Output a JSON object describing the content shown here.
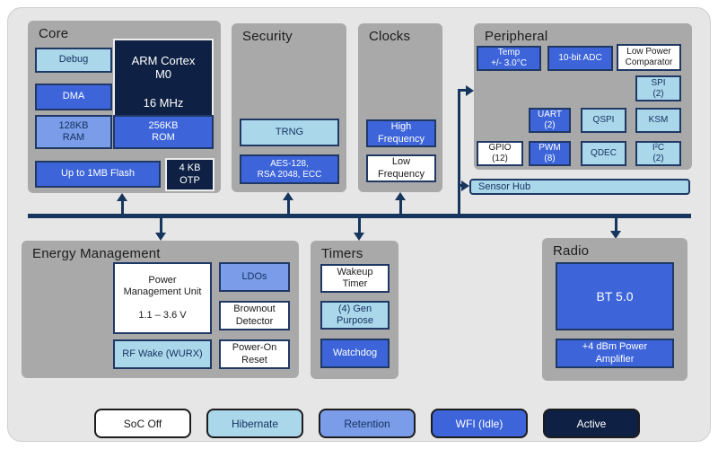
{
  "colors": {
    "soc_off": "#ffffff",
    "hibernate": "#abd7ea",
    "retention": "#7b9ce8",
    "wfi_idle": "#3d65d9",
    "active": "#0e2043",
    "panel_gray": "#a9a9a9",
    "canvas_gray": "#e6e6e6",
    "bus_navy": "#17365d"
  },
  "panels": {
    "core": {
      "title": "Core",
      "debug": "Debug",
      "arm": "ARM Cortex\nM0\n\n16 MHz",
      "dma": "DMA",
      "ram": "128KB\nRAM",
      "rom": "256KB\nROM",
      "flash": "Up to 1MB Flash",
      "otp": "4 KB\nOTP"
    },
    "security": {
      "title": "Security",
      "trng": "TRNG",
      "aes": "AES-128,\nRSA 2048, ECC"
    },
    "clocks": {
      "title": "Clocks",
      "high": "High\nFrequency",
      "low": "Low\nFrequency"
    },
    "peripheral": {
      "title": "Peripheral",
      "temp": "Temp\n+/- 3.0°C",
      "adc": "10-bit ADC",
      "lpc": "Low Power\nComparator",
      "spi": "SPI\n(2)",
      "uart": "UART\n(2)",
      "qspi": "QSPI",
      "ksm": "KSM",
      "gpio": "GPIO\n(12)",
      "pwm": "PWM\n(8)",
      "qdec": "QDEC",
      "i2c": "I²C\n(2)"
    },
    "sensor_hub": "Sensor Hub",
    "energy": {
      "title": "Energy Management",
      "pmu": "Power\nManagement Unit\n\n1.1 – 3.6 V",
      "ldos": "LDOs",
      "brownout": "Brownout\nDetector",
      "rf_wake": "RF Wake (WURX)",
      "por": "Power-On\nReset"
    },
    "timers": {
      "title": "Timers",
      "wakeup": "Wakeup\nTimer",
      "gen_purpose": "(4) Gen\nPurpose",
      "watchdog": "Watchdog"
    },
    "radio": {
      "title": "Radio",
      "bt": "BT 5.0",
      "pa": "+4 dBm Power\nAmplifier"
    }
  },
  "legend": {
    "items": [
      {
        "label": "SoC Off",
        "state": "soc_off"
      },
      {
        "label": "Hibernate",
        "state": "hibernate"
      },
      {
        "label": "Retention",
        "state": "retention"
      },
      {
        "label": "WFI (Idle)",
        "state": "wfi_idle"
      },
      {
        "label": "Active",
        "state": "active"
      }
    ]
  }
}
